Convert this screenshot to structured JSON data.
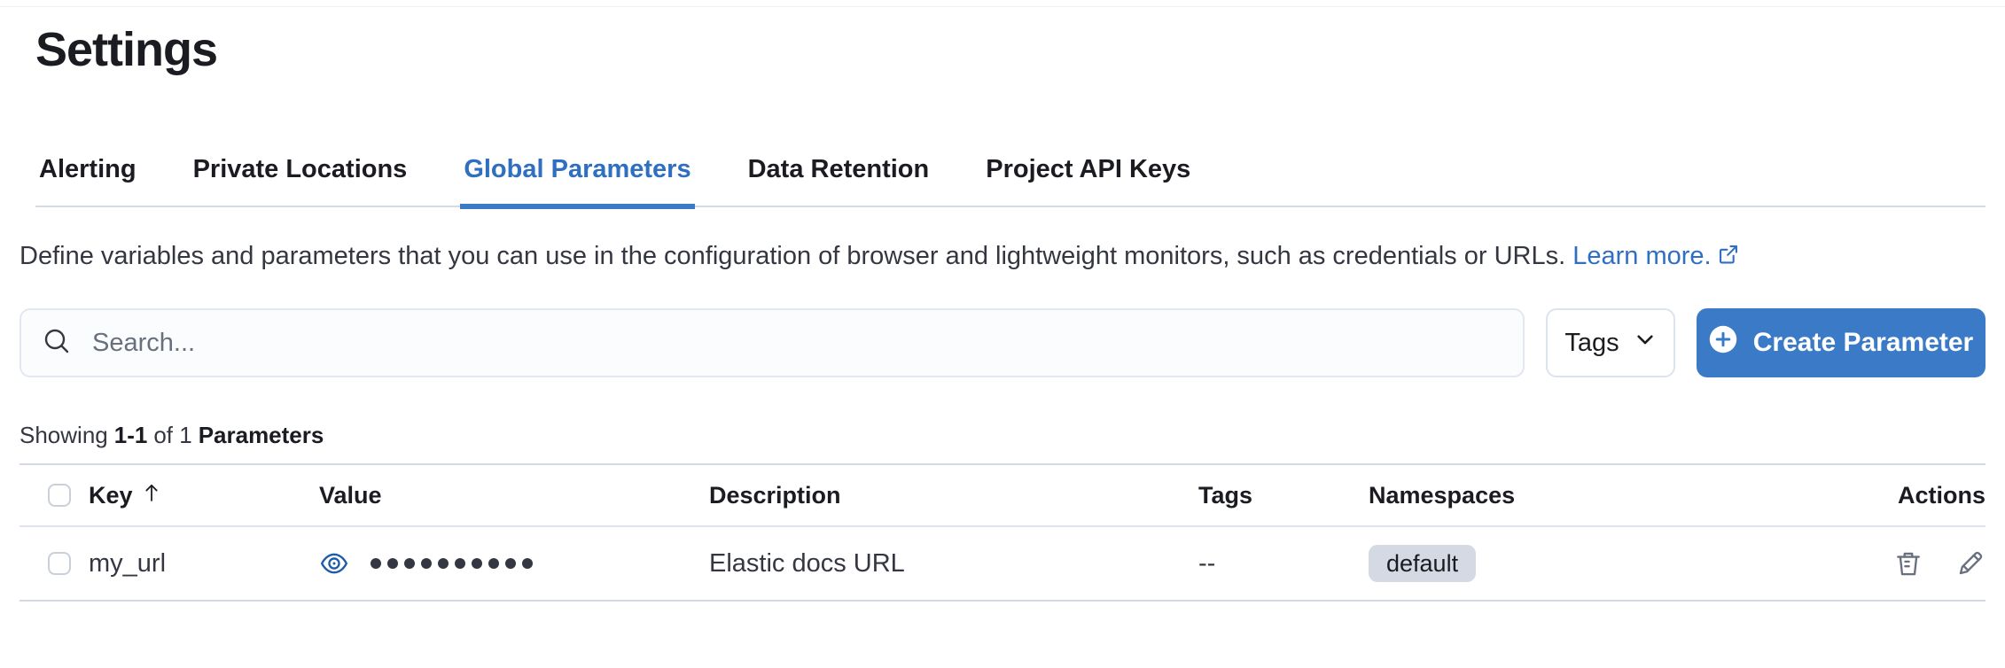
{
  "page": {
    "title": "Settings"
  },
  "tabs": [
    {
      "label": "Alerting",
      "active": false
    },
    {
      "label": "Private Locations",
      "active": false
    },
    {
      "label": "Global Parameters",
      "active": true
    },
    {
      "label": "Data Retention",
      "active": false
    },
    {
      "label": "Project API Keys",
      "active": false
    }
  ],
  "description": {
    "text": "Define variables and parameters that you can use in the configuration of browser and lightweight monitors, such as credentials or URLs.",
    "link_label": "Learn more.",
    "link_icon": "external-link-icon"
  },
  "toolbar": {
    "search_placeholder": "Search...",
    "search_icon": "search-icon",
    "tags_button_label": "Tags",
    "tags_button_icon": "chevron-down-icon",
    "create_button_label": "Create Parameter",
    "create_button_icon": "plus-in-circle-icon"
  },
  "summary": {
    "prefix": "Showing",
    "range": "1-1",
    "middle": "of 1",
    "entity": "Parameters"
  },
  "table": {
    "columns": [
      "Key",
      "Value",
      "Description",
      "Tags",
      "Namespaces",
      "Actions"
    ],
    "sort": {
      "column": "Key",
      "direction": "ascending",
      "icon": "sort-ascending-arrow-icon"
    },
    "rows": [
      {
        "key": "my_url",
        "value_hidden": true,
        "value_mask_dots": 10,
        "value_reveal_icon": "eye-icon",
        "description": "Elastic docs URL",
        "tags": "--",
        "namespaces": [
          "default"
        ],
        "actions": [
          "delete",
          "edit"
        ]
      }
    ]
  },
  "colors": {
    "primary_button": "#3b7ac6",
    "active_tab": "#2e6fc0",
    "link": "#2f6fc3",
    "eye_icon": "#1d5bab",
    "badge_background": "#d4d9e3",
    "divider": "#d3dae6",
    "heading_text": "#1a1c21",
    "body_text": "#343741",
    "action_icon": "#69707d"
  }
}
